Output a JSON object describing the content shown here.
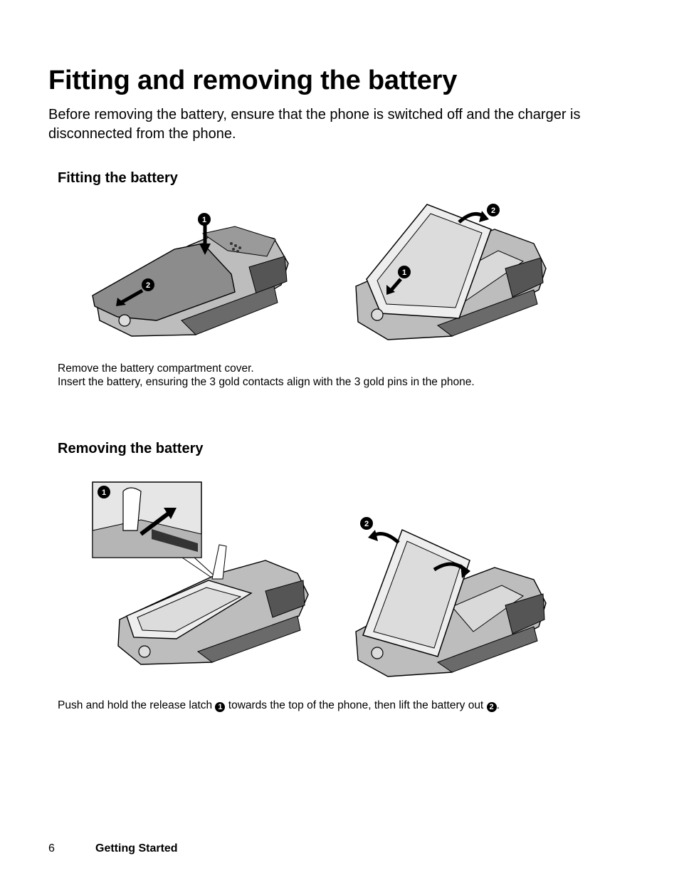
{
  "title": "Fitting and removing the battery",
  "intro": "Before removing the battery, ensure that the phone is switched off and the charger is disconnected from the phone.",
  "fitting": {
    "heading": "Fitting the battery",
    "captions": [
      "Remove the battery compartment cover.",
      "Insert the battery, ensuring the 3 gold contacts align with the 3 gold pins in the phone."
    ],
    "figure_steps": [
      "1",
      "2"
    ]
  },
  "removing": {
    "heading": "Removing the battery",
    "caption_before": "Push and hold the release latch",
    "caption_middle": "towards the top of the phone, then lift the battery out",
    "caption_end": ".",
    "step_1": "1",
    "step_2": "2"
  },
  "footer": {
    "page_number": "6",
    "section": "Getting Started"
  }
}
